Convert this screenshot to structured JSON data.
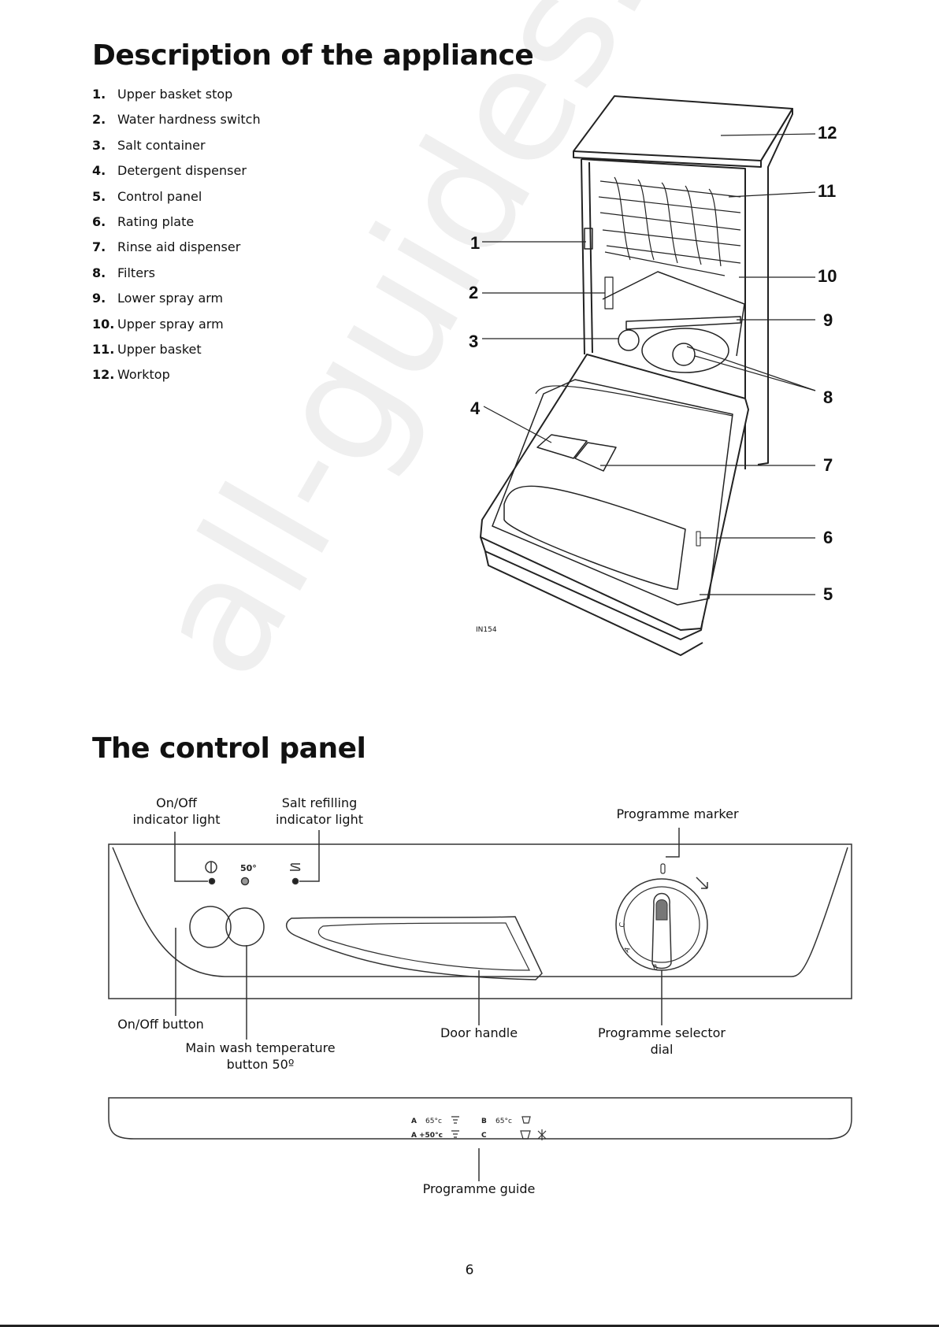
{
  "section1": {
    "title": "Description of the appliance",
    "parts": [
      {
        "num": "1.",
        "label": "Upper basket stop"
      },
      {
        "num": "2.",
        "label": "Water hardness switch"
      },
      {
        "num": "3.",
        "label": "Salt container"
      },
      {
        "num": "4.",
        "label": "Detergent dispenser"
      },
      {
        "num": "5.",
        "label": "Control panel"
      },
      {
        "num": "6.",
        "label": "Rating plate"
      },
      {
        "num": "7.",
        "label": "Rinse aid dispenser"
      },
      {
        "num": "8.",
        "label": "Filters"
      },
      {
        "num": "9.",
        "label": "Lower spray arm"
      },
      {
        "num": "10.",
        "label": "Upper spray arm"
      },
      {
        "num": "11.",
        "label": "Upper basket"
      },
      {
        "num": "12.",
        "label": "Worktop"
      }
    ],
    "figure_code": "IN154",
    "callouts": [
      "1",
      "2",
      "3",
      "4",
      "5",
      "6",
      "7",
      "8",
      "9",
      "10",
      "11",
      "12"
    ]
  },
  "section2": {
    "title": "The control panel",
    "labels": {
      "onoff_light_l1": "On/Off",
      "onoff_light_l2": "indicator light",
      "salt_light_l1": "Salt refilling",
      "salt_light_l2": "indicator light",
      "programme_marker": "Programme marker",
      "onoff_button": "On/Off button",
      "temp_button_l1": "Main wash temperature",
      "temp_button_l2": "button 50º",
      "door_handle": "Door handle",
      "selector_l1": "Programme selector",
      "selector_l2": "dial",
      "programme_guide": "Programme guide"
    },
    "panel_marks": {
      "temp": "50°",
      "dial_letters": [
        "C",
        "A",
        "B"
      ]
    },
    "guide": {
      "row1_a": "A",
      "row1_a_temp": "65°c",
      "row1_b": "B",
      "row1_b_temp": "65°c",
      "row2_a": "A",
      "row2_a_temp": "+50°c",
      "row2_c": "C"
    }
  },
  "watermark": "all-guides.com",
  "page_number": "6"
}
